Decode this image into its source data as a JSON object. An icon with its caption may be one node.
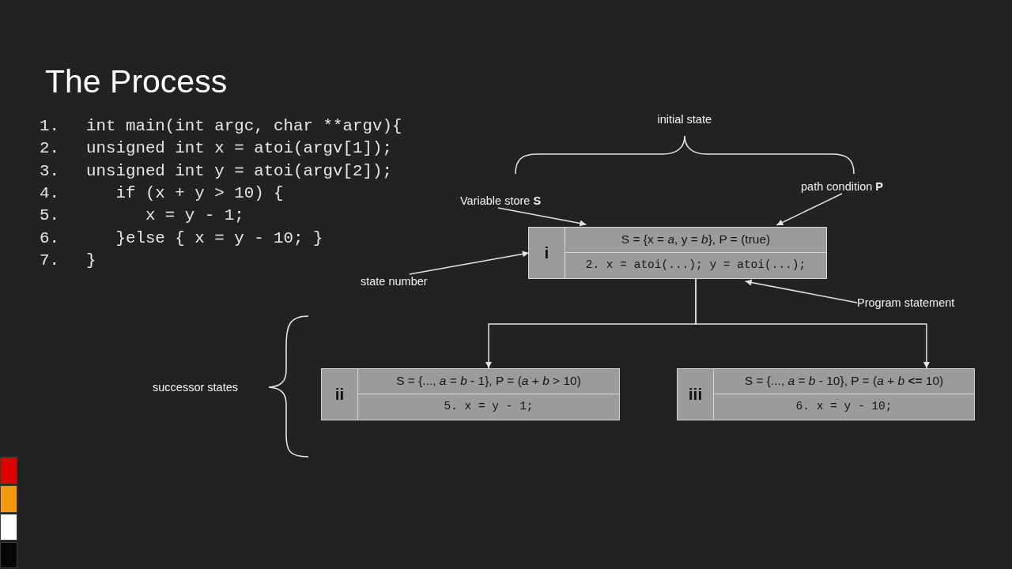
{
  "diagram": {
    "title": "The Process",
    "nodes": [
      {
        "text": [],
        "shape": "box"
      },
      {
        "text": [
          "i"
        ],
        "in": 0
      },
      {
        "text": [
          "S = {x = *a*, y = *b*}, P = (true)"
        ],
        "in": 0
      },
      {
        "text": [
          "2. x = atoi(...); y = atoi(...);"
        ],
        "in": 0
      },
      {
        "text": [],
        "shape": "box"
      },
      {
        "text": [
          "ii"
        ],
        "in": 4
      },
      {
        "text": [
          "S = {..., *a* = *b* - 1}, P = (*a* + *b* > 10)"
        ],
        "in": 4
      },
      {
        "text": [
          "5. x = y - 1;"
        ],
        "in": 4
      },
      {
        "text": [],
        "shape": "box"
      },
      {
        "text": [
          "iii"
        ],
        "in": 8
      },
      {
        "text": [
          "S = {..., *a* = *b* - 10}, P = (*a* + *b* **<=** 10)"
        ],
        "in": 8
      },
      {
        "text": [
          "6. x = y - 10;"
        ],
        "in": 8
      },
      {
        "text": [
          "Variable store **S**"
        ]
      },
      {
        "text": [
          "path condition **P**"
        ]
      },
      {
        "text": [
          "state number"
        ]
      },
      {
        "text": [
          "Program statement"
        ]
      }
    ],
    "edges": [
      {
        "from": 0,
        "to": 4,
        "arrow": "to"
      },
      {
        "from": 0,
        "to": 8,
        "arrow": "to"
      },
      {
        "from": 12,
        "to": 2,
        "arrow": "to"
      },
      {
        "from": 13,
        "to": 2,
        "arrow": "to"
      },
      {
        "from": 14,
        "to": 1,
        "arrow": "to"
      },
      {
        "from": 15,
        "to": 3,
        "arrow": "to"
      }
    ],
    "labels": [
      "1.",
      "int main(int argc, char **argv){",
      "2.",
      "unsigned int x = atoi(argv[1]);",
      "3.",
      "unsigned int y = atoi(argv[2]);",
      "4.",
      "if (x + y > 10) {",
      "5.",
      "x = y - 1;",
      "6.",
      "}else { x = y - 10; }",
      "7.",
      "}",
      "initial state",
      "successor states"
    ]
  }
}
